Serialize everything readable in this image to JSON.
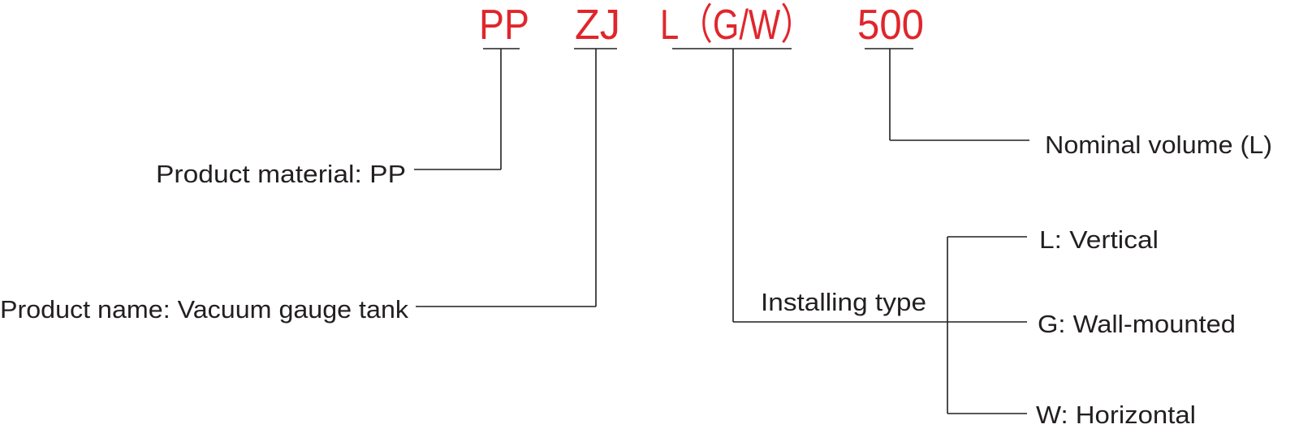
{
  "colors": {
    "code": "#e0262b",
    "text": "#231f20",
    "lines": "#231f20"
  },
  "code": {
    "material": "PP",
    "name": "ZJ",
    "type": "L（G/W）",
    "volume": "500"
  },
  "labels": {
    "material": "Product  material: PP",
    "name": "Product name: Vacuum gauge tank",
    "installing": "Installing type",
    "volume": "Nominal volume (L)",
    "options": [
      "L: Vertical",
      "G: Wall-mounted",
      "W: Horizontal"
    ]
  }
}
